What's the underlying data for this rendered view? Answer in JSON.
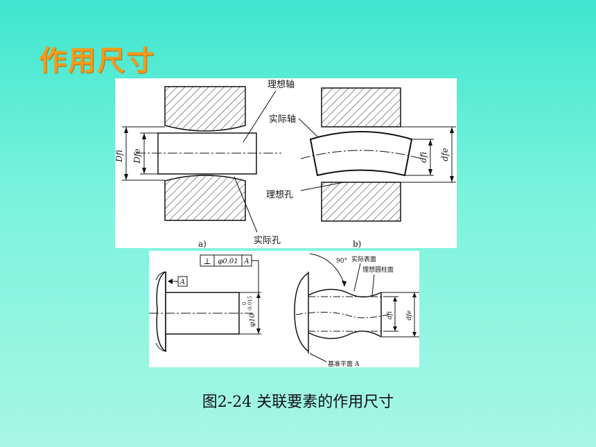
{
  "slide": {
    "title": "作用尺寸",
    "caption": "图2-24 关联要素的作用尺寸"
  },
  "figure_a": {
    "label_ideal_shaft": "理想轴",
    "label_actual_hole": "实际孔",
    "dim_outer": "Dfi",
    "dim_inner": "Dfe",
    "sub_label": "a)"
  },
  "figure_b": {
    "label_actual_shaft": "实际轴",
    "label_ideal_hole": "理想孔",
    "dim_inner": "dfi",
    "dim_outer": "dfe",
    "sub_label": "b)"
  },
  "figure_c": {
    "tolerance_symbol": "⊥",
    "tolerance_value": "φ0.01",
    "tolerance_datum": "A",
    "datum_label": "A",
    "dim_value": "φ10",
    "dim_upper": "0",
    "dim_lower": "-0.015"
  },
  "figure_d": {
    "angle_label": "90°",
    "label_actual_surface": "实际表面",
    "label_ideal_cylinder": "理想圆柱面",
    "label_base_plane": "基准平面 A",
    "dim_inner": "dfi",
    "dim_outer": "dfe"
  },
  "colors": {
    "title": "#f39a1c",
    "background_top": "#3fe6cf",
    "background_bottom": "#a7f7e4"
  }
}
